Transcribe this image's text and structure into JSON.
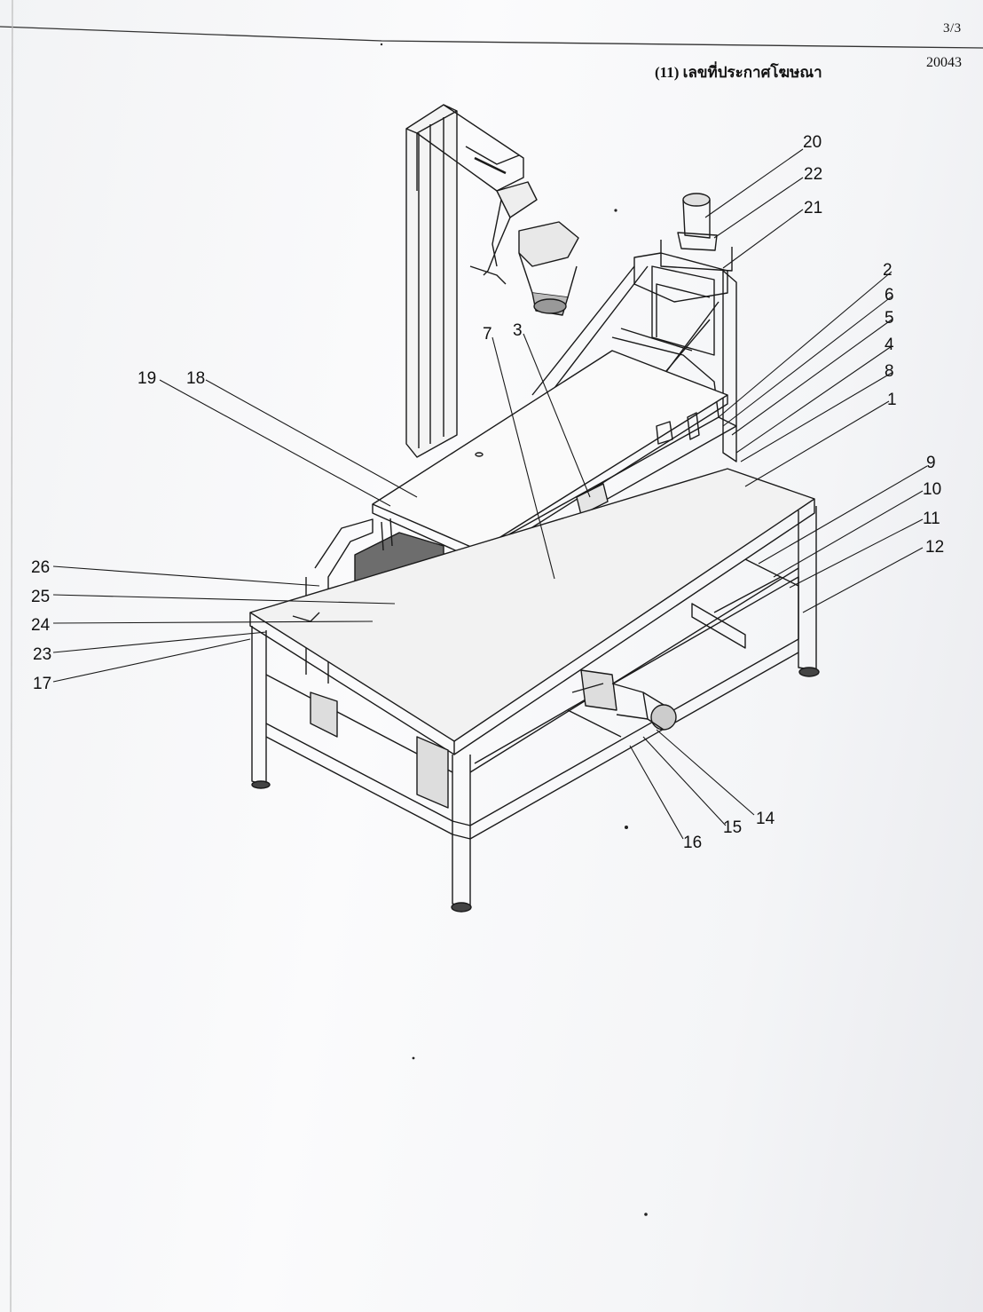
{
  "header": {
    "page_number": "3/3",
    "publication_label": "(11) เลขที่ประกาศโฆษณา",
    "publication_number": "20043"
  },
  "callouts": [
    {
      "id": "20",
      "label": "20"
    },
    {
      "id": "22",
      "label": "22"
    },
    {
      "id": "21",
      "label": "21"
    },
    {
      "id": "2",
      "label": "2"
    },
    {
      "id": "6",
      "label": "6"
    },
    {
      "id": "5",
      "label": "5"
    },
    {
      "id": "4",
      "label": "4"
    },
    {
      "id": "8",
      "label": "8"
    },
    {
      "id": "1",
      "label": "1"
    },
    {
      "id": "7",
      "label": "7"
    },
    {
      "id": "3",
      "label": "3"
    },
    {
      "id": "19",
      "label": "19"
    },
    {
      "id": "18",
      "label": "18"
    },
    {
      "id": "9",
      "label": "9"
    },
    {
      "id": "10",
      "label": "10"
    },
    {
      "id": "11",
      "label": "11"
    },
    {
      "id": "12",
      "label": "12"
    },
    {
      "id": "26",
      "label": "26"
    },
    {
      "id": "25",
      "label": "25"
    },
    {
      "id": "24",
      "label": "24"
    },
    {
      "id": "23",
      "label": "23"
    },
    {
      "id": "17",
      "label": "17"
    },
    {
      "id": "16",
      "label": "16"
    },
    {
      "id": "15",
      "label": "15"
    },
    {
      "id": "14",
      "label": "14"
    }
  ],
  "colors": {
    "ink": "#111111",
    "paper": "#f7f7f9"
  }
}
